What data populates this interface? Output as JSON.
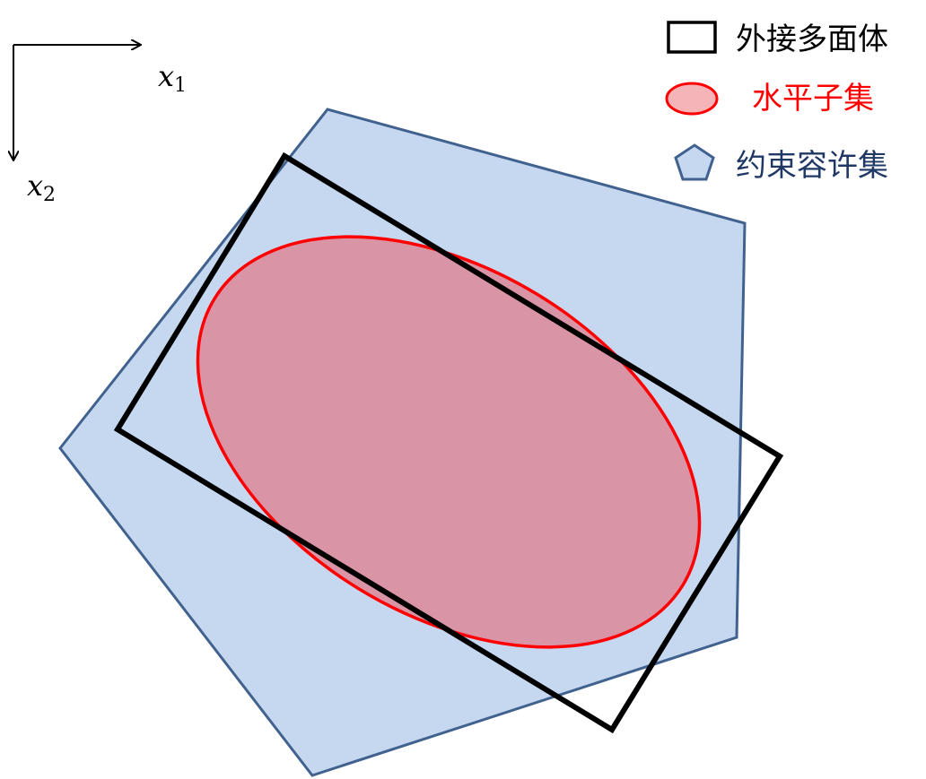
{
  "axes": {
    "x1": {
      "symbol": "x",
      "subscript": "1"
    },
    "x2": {
      "symbol": "x",
      "subscript": "2"
    }
  },
  "legend": [
    {
      "label": "外接多面体",
      "text_color": "#000000",
      "swatch": "rectangle"
    },
    {
      "label": "水平子集",
      "text_color": "#ff0000",
      "swatch": "ellipse"
    },
    {
      "label": "约束容许集",
      "text_color": "#1f3864",
      "swatch": "pentagon"
    }
  ],
  "colors": {
    "constraint_fill": "#c6d8f0",
    "constraint_stroke": "#41628e",
    "level_fill": "#d994a6",
    "level_stroke": "#ff0000",
    "polytope_stroke": "#000000",
    "legend_ellipse_fill": "#f4b4b8"
  }
}
